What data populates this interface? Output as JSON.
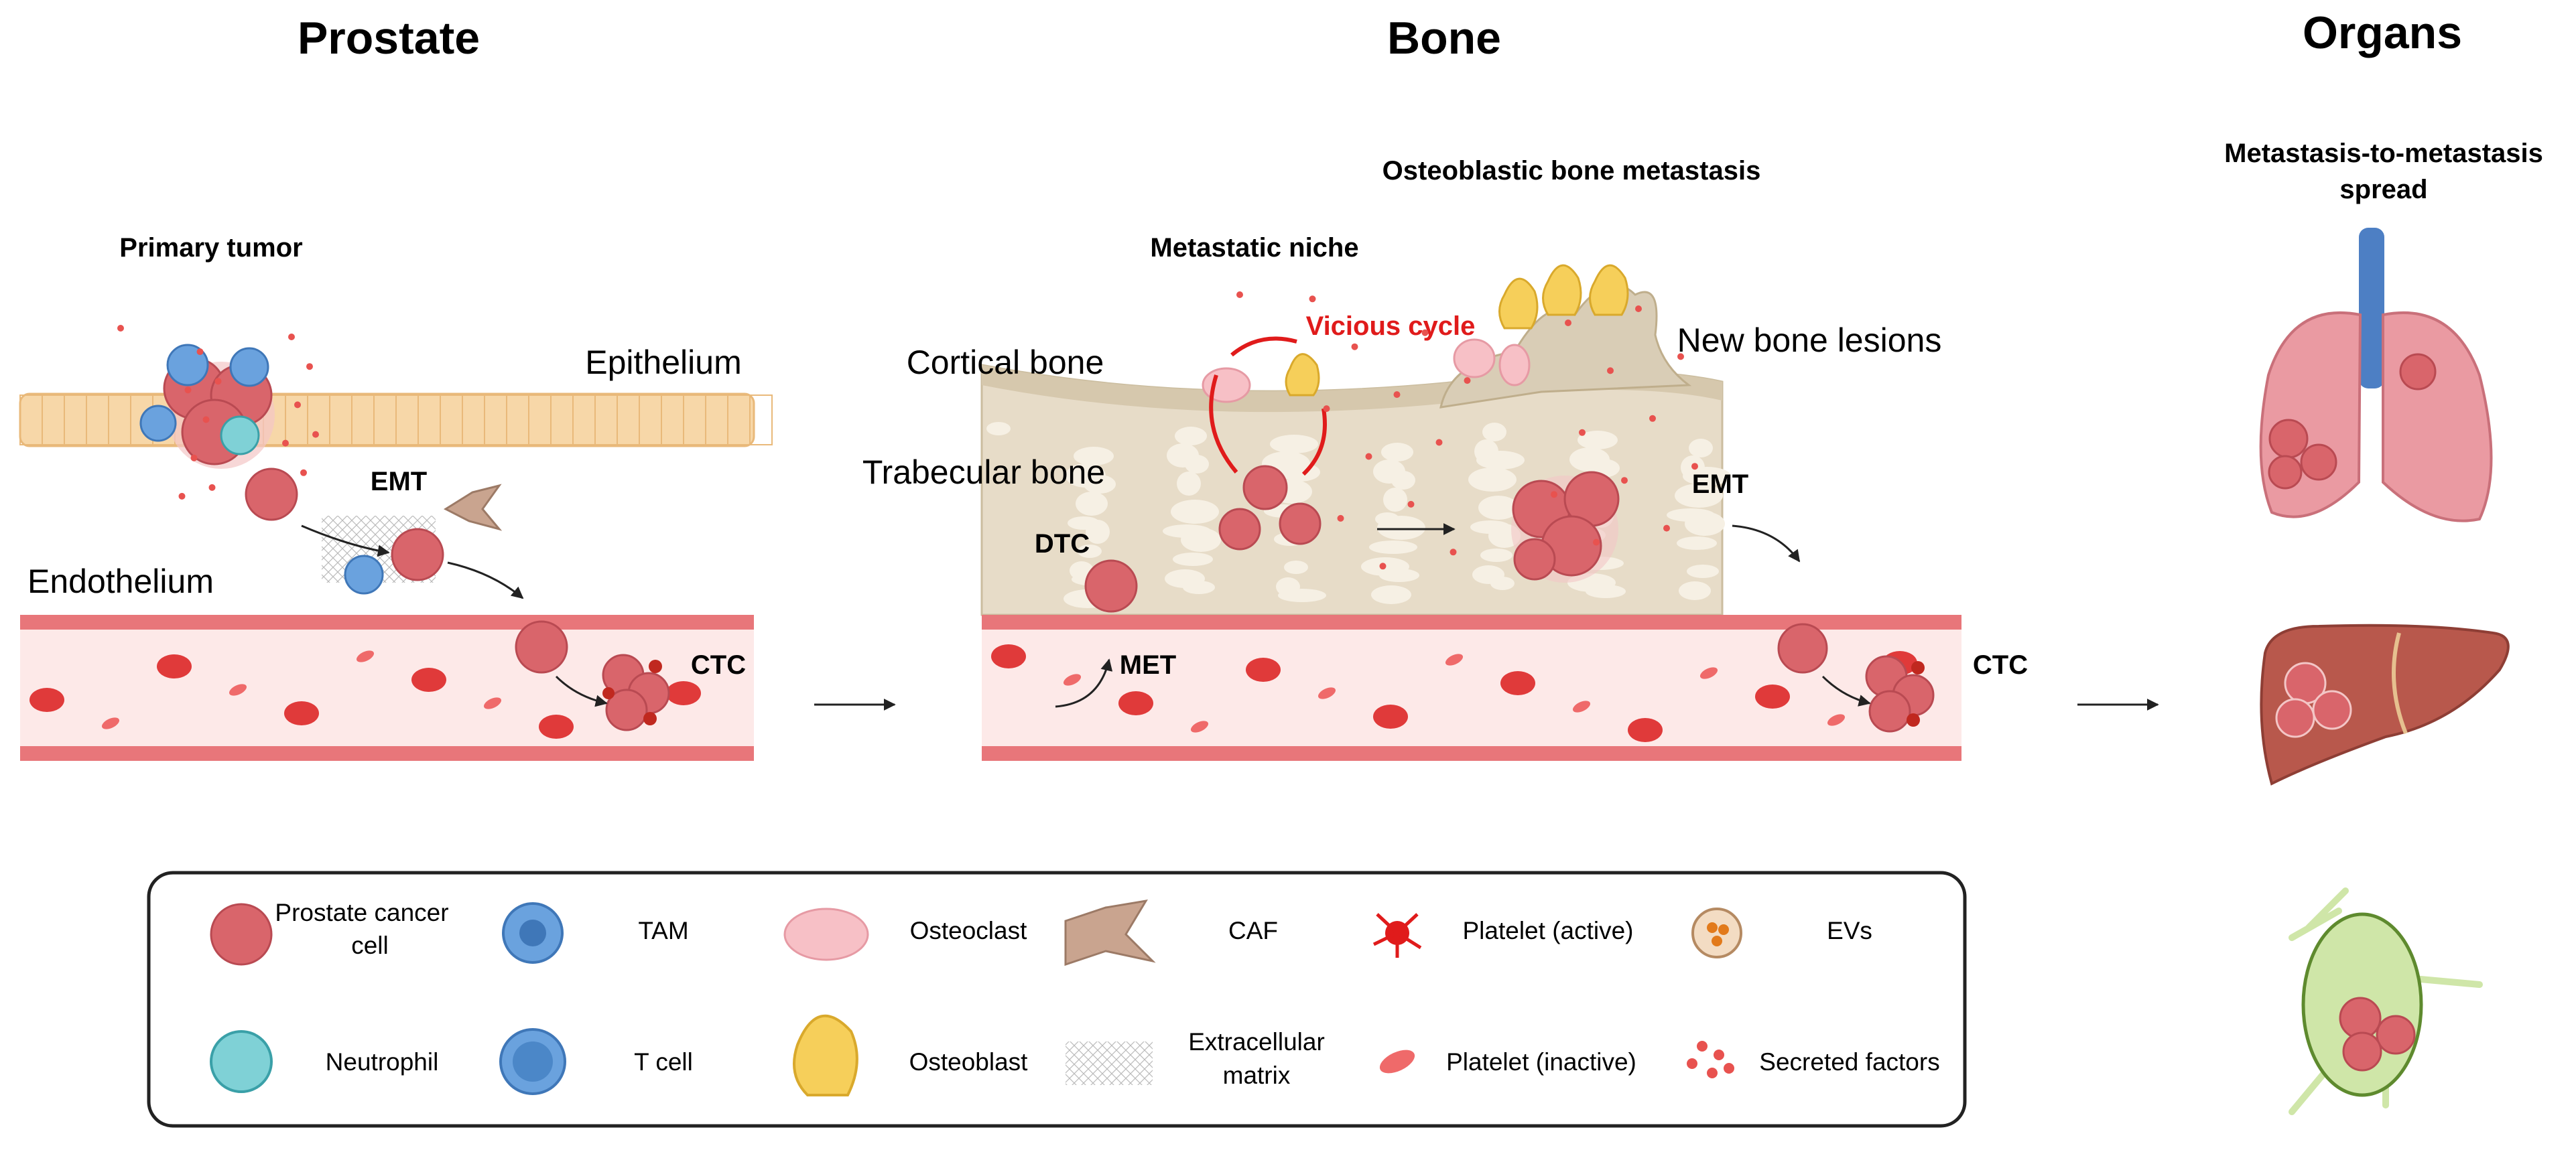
{
  "columns": {
    "prostate": "Prostate",
    "bone": "Bone",
    "organs": "Organs"
  },
  "prostate": {
    "primary_tumor": "Primary tumor",
    "epithelium": "Epithelium",
    "endothelium": "Endothelium",
    "emt": "EMT",
    "ctc": "CTC"
  },
  "bone": {
    "osteoblastic_title": "Osteoblastic bone metastasis",
    "metastatic_niche": "Metastatic niche",
    "vicious_cycle": "Vicious cycle",
    "cortical_bone": "Cortical bone",
    "trabecular_bone": "Trabecular bone",
    "new_bone_lesions": "New bone lesions",
    "dtc": "DTC",
    "met": "MET",
    "emt": "EMT",
    "ctc": "CTC"
  },
  "organs": {
    "title_line1": "Metastasis-to-metastasis",
    "title_line2": "spread"
  },
  "legend": {
    "row1": {
      "prostate_cancer_cell_line1": "Prostate cancer",
      "prostate_cancer_cell_line2": "cell",
      "tam": "TAM",
      "osteoclast": "Osteoclast",
      "caf": "CAF",
      "platelet_active": "Platelet (active)",
      "evs": "EVs"
    },
    "row2": {
      "neutrophil": "Neutrophil",
      "t_cell": "T cell",
      "osteoblast": "Osteoblast",
      "ecm_line1": "Extracellular",
      "ecm_line2": "matrix",
      "platelet_inactive": "Platelet (inactive)",
      "secreted_factors": "Secreted factors"
    }
  },
  "colors": {
    "cancer_cell": "#d9656b",
    "vessel_wall": "#e8767a",
    "vessel_lumen": "#fde9e8",
    "rbc": "#e03a3a",
    "epithelium": "#f7d7a8",
    "bone": "#e7dcc8",
    "vicious_cycle": "#e01b1b",
    "osteoblast": "#f6cf5a",
    "tam": "#6aa2de",
    "lung": "#ea9aa2",
    "liver": "#b8584c",
    "lymph_node": "#cfe6a8"
  }
}
